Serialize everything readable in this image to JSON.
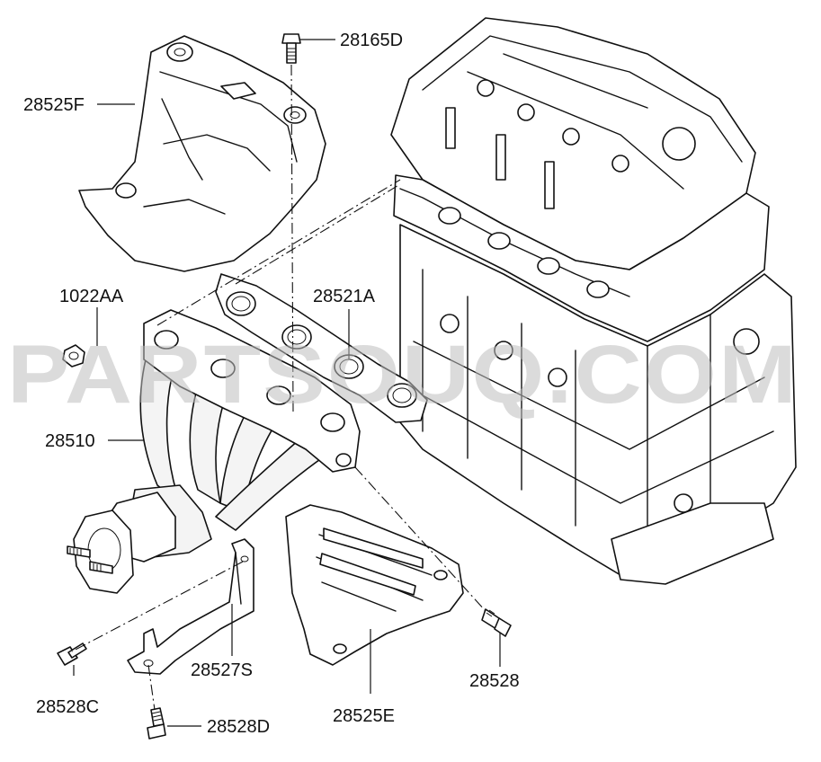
{
  "diagram": {
    "watermark": "PARTSOUQ.COM",
    "parts": [
      {
        "id": "28165D"
      },
      {
        "id": "28525F"
      },
      {
        "id": "1022AA"
      },
      {
        "id": "28521A"
      },
      {
        "id": "28510"
      },
      {
        "id": "28527S"
      },
      {
        "id": "28528C"
      },
      {
        "id": "28528D"
      },
      {
        "id": "28525E"
      },
      {
        "id": "28528"
      }
    ]
  }
}
